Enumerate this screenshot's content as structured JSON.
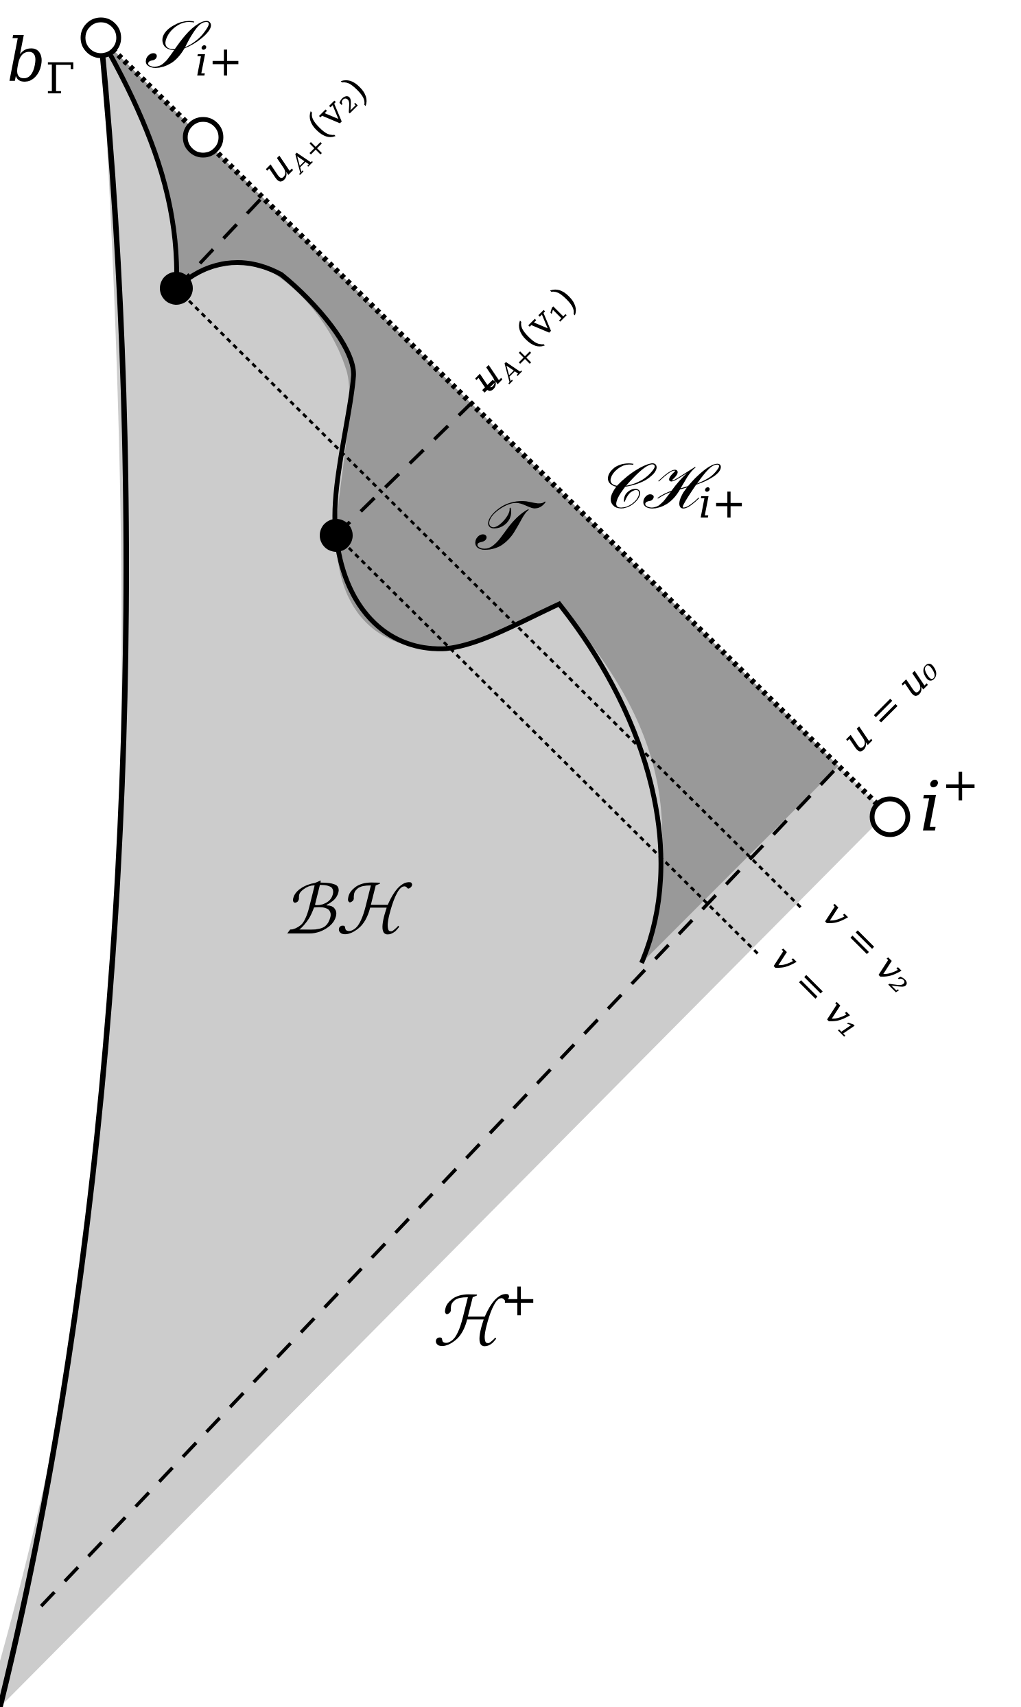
{
  "labels": {
    "b_gamma": "b",
    "b_gamma_sub": "Γ",
    "s_i_plus": "𝒮",
    "s_i_plus_sub": "i+",
    "ch_i_plus": "𝒞ℋ",
    "ch_i_plus_sub": "i+",
    "t_region": "𝒯",
    "bh_region": "ℬℋ",
    "h_plus": "ℋ",
    "h_plus_sup": "+",
    "i_plus": "i",
    "i_plus_sup": "+"
  },
  "curve_labels": {
    "u_a_v2": "u",
    "u_a_v2_sub": "A+",
    "u_a_v2_arg": "(v₂)",
    "u_a_v1": "u",
    "u_a_v1_sub": "A+",
    "u_a_v1_arg": "(v₁)",
    "u_u0": "u = u₀",
    "v_v2": "v = v₂",
    "v_v1": "v = v₁"
  },
  "colors": {
    "light_region": "#cccccc",
    "dark_region": "#999999",
    "stroke": "#000000"
  }
}
